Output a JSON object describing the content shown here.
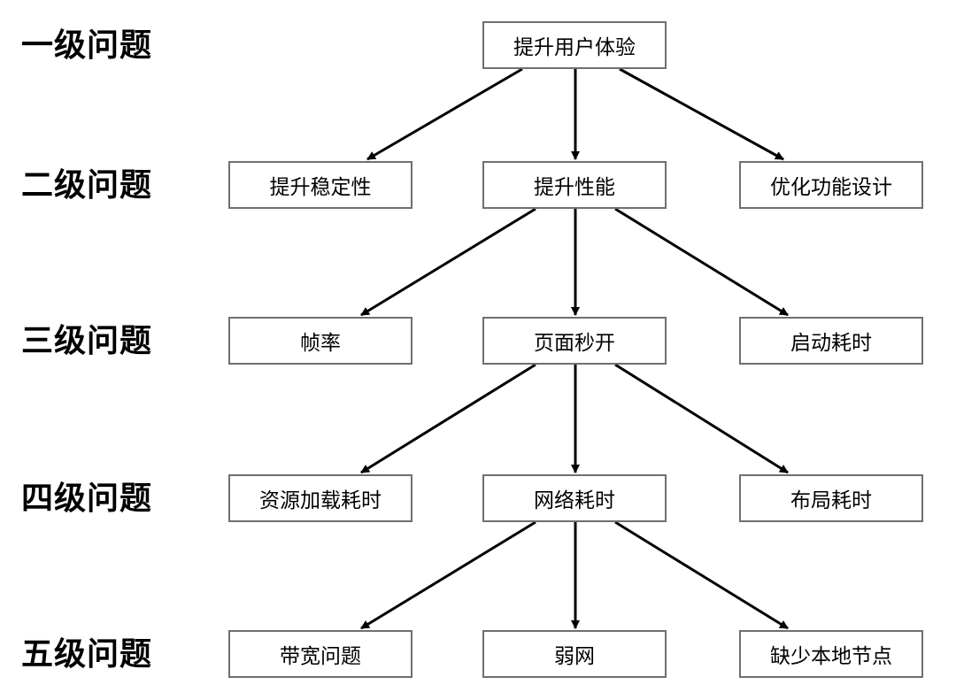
{
  "levels": [
    "一级问题",
    "二级问题",
    "三级问题",
    "四级问题",
    "五级问题"
  ],
  "nodes": {
    "root": "提升用户体验",
    "l2": [
      "提升稳定性",
      "提升性能",
      "优化功能设计"
    ],
    "l3": [
      "帧率",
      "页面秒开",
      "启动耗时"
    ],
    "l4": [
      "资源加载耗时",
      "网络耗时",
      "布局耗时"
    ],
    "l5": [
      "带宽问题",
      "弱网",
      "缺少本地节点"
    ]
  }
}
